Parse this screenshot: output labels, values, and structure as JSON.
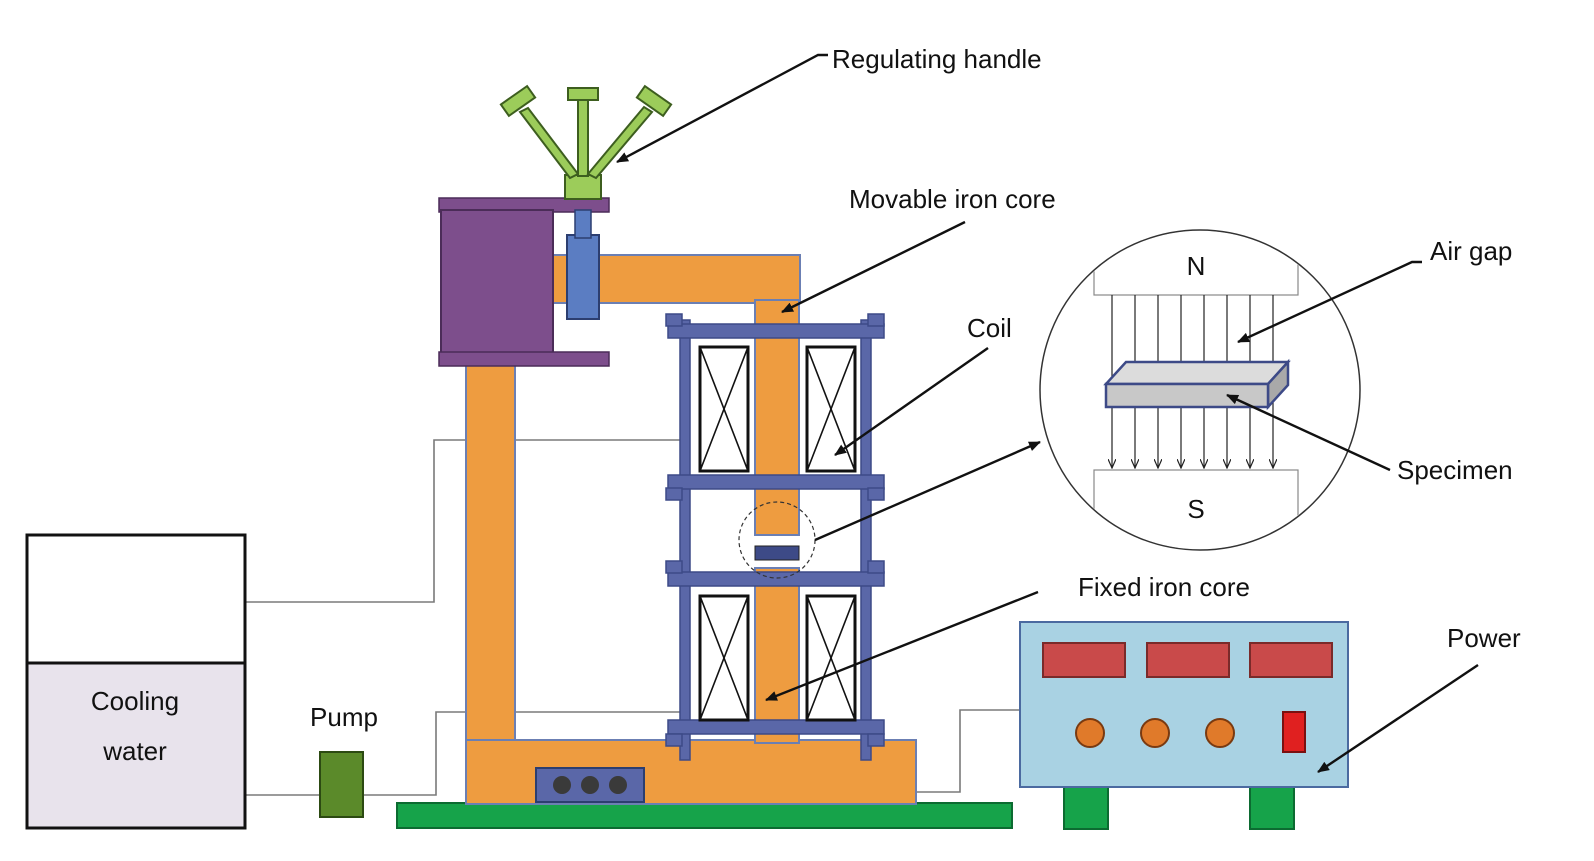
{
  "labels": {
    "regulating_handle": "Regulating handle",
    "movable_iron_core": "Movable iron core",
    "coil": "Coil",
    "air_gap": "Air gap",
    "specimen": "Specimen",
    "fixed_iron_core": "Fixed iron core",
    "power": "Power",
    "pump": "Pump",
    "cooling_water_line1": "Cooling",
    "cooling_water_line2": "water",
    "pole_north": "N",
    "pole_south": "S"
  },
  "colors": {
    "frame_orange": "#ee9c40",
    "frame_stroke": "#6b7fb3",
    "coil_frame_blue": "#5a67a8",
    "purple_block": "#7d4e8c",
    "handle_green": "#9ccc5a",
    "base_green": "#16a34a",
    "pump_green": "#5b8a2a",
    "power_supply_blue": "#a9d2e3",
    "display_red": "#c94a4a",
    "knob_orange": "#e07a2a",
    "switch_red": "#e02020",
    "tank_water": "#e8e3ec",
    "specimen_grey": "#c8c8c8"
  }
}
